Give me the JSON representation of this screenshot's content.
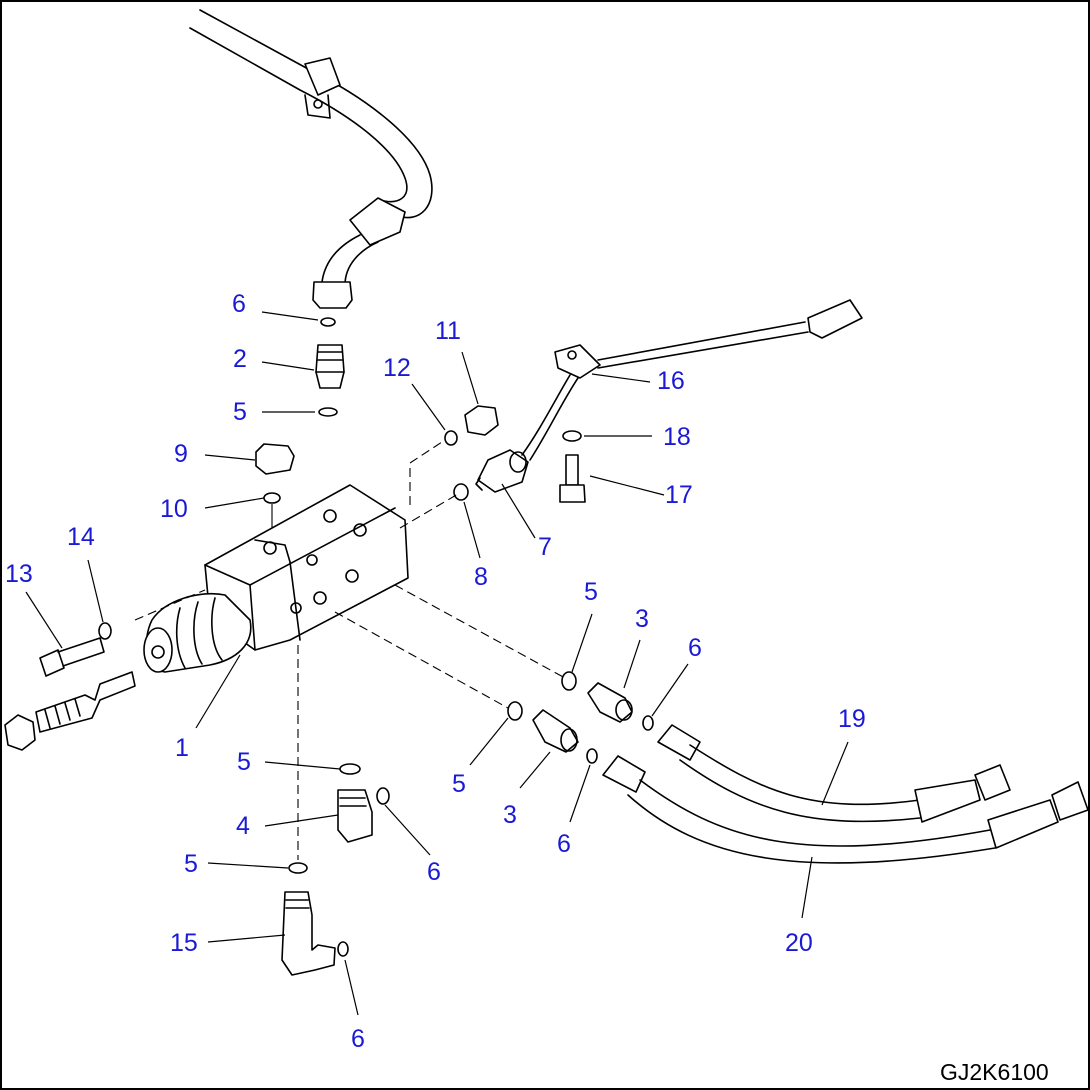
{
  "drawing_code": "GJ2K6100",
  "callouts": [
    {
      "id": "c6a",
      "text": "6"
    },
    {
      "id": "c2",
      "text": "2"
    },
    {
      "id": "c5a",
      "text": "5"
    },
    {
      "id": "c11",
      "text": "11"
    },
    {
      "id": "c12",
      "text": "12"
    },
    {
      "id": "c16",
      "text": "16"
    },
    {
      "id": "c18",
      "text": "18"
    },
    {
      "id": "c9",
      "text": "9"
    },
    {
      "id": "c10",
      "text": "10"
    },
    {
      "id": "c17",
      "text": "17"
    },
    {
      "id": "c7",
      "text": "7"
    },
    {
      "id": "c14",
      "text": "14"
    },
    {
      "id": "c13",
      "text": "13"
    },
    {
      "id": "c8",
      "text": "8"
    },
    {
      "id": "c5b",
      "text": "5"
    },
    {
      "id": "c3a",
      "text": "3"
    },
    {
      "id": "c6b",
      "text": "6"
    },
    {
      "id": "c19",
      "text": "19"
    },
    {
      "id": "c1",
      "text": "1"
    },
    {
      "id": "c5c",
      "text": "5"
    },
    {
      "id": "c5d",
      "text": "5"
    },
    {
      "id": "c4",
      "text": "4"
    },
    {
      "id": "c3b",
      "text": "3"
    },
    {
      "id": "c6c",
      "text": "6"
    },
    {
      "id": "c6d",
      "text": "6"
    },
    {
      "id": "c5e",
      "text": "5"
    },
    {
      "id": "c20",
      "text": "20"
    },
    {
      "id": "c15",
      "text": "15"
    },
    {
      "id": "c6e",
      "text": "6"
    }
  ]
}
